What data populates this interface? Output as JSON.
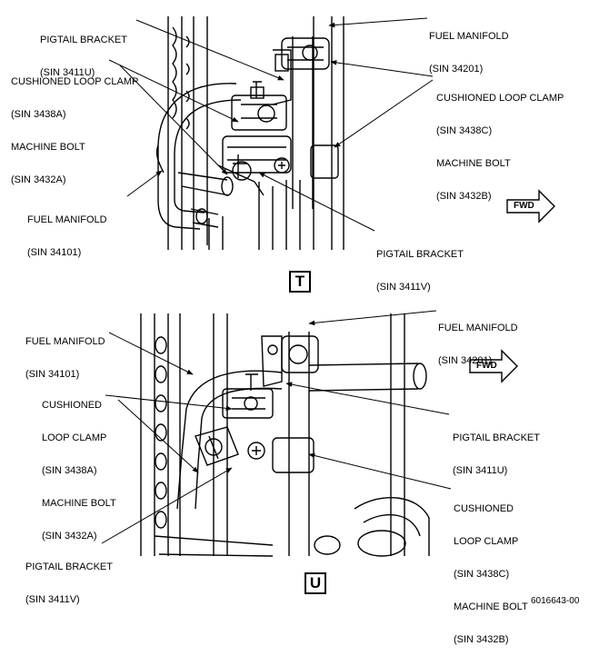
{
  "view_t": {
    "letter": "T",
    "forward_label": "FWD",
    "labels": {
      "pigtail_bracket_top": [
        "PIGTAIL BRACKET",
        "(SIN 3411U)"
      ],
      "cushioned_clamp_left": [
        "CUSHIONED LOOP CLAMP",
        "(SIN 3438A)",
        "MACHINE BOLT",
        "(SIN 3432A)"
      ],
      "fuel_manifold_left": [
        "FUEL MANIFOLD",
        "(SIN 34101)"
      ],
      "fuel_manifold_right": [
        "FUEL MANIFOLD",
        "(SIN 34201)"
      ],
      "cushioned_clamp_right": [
        "CUSHIONED LOOP CLAMP",
        "(SIN 3438C)",
        "MACHINE BOLT",
        "(SIN 3432B)"
      ],
      "pigtail_bracket_bottom": [
        "PIGTAIL BRACKET",
        "(SIN 3411V)"
      ]
    }
  },
  "view_u": {
    "letter": "U",
    "forward_label": "FWD",
    "labels": {
      "fuel_manifold_left": [
        "FUEL MANIFOLD",
        "(SIN 34101)"
      ],
      "fuel_manifold_right": [
        "FUEL MANIFOLD",
        "(SIN 34201)"
      ],
      "cushioned_clamp_left": [
        "CUSHIONED",
        "LOOP CLAMP",
        "(SIN 3438A)",
        "MACHINE BOLT",
        "(SIN 3432A)"
      ],
      "pigtail_bracket_right": [
        "PIGTAIL BRACKET",
        "(SIN 3411U)"
      ],
      "cushioned_clamp_right": [
        "CUSHIONED",
        "LOOP CLAMP",
        "(SIN 3438C)",
        "MACHINE BOLT",
        "(SIN 3432B)"
      ],
      "pigtail_bracket_left": [
        "PIGTAIL BRACKET",
        "(SIN 3411V)"
      ]
    }
  },
  "figure_number": "6016643-00"
}
